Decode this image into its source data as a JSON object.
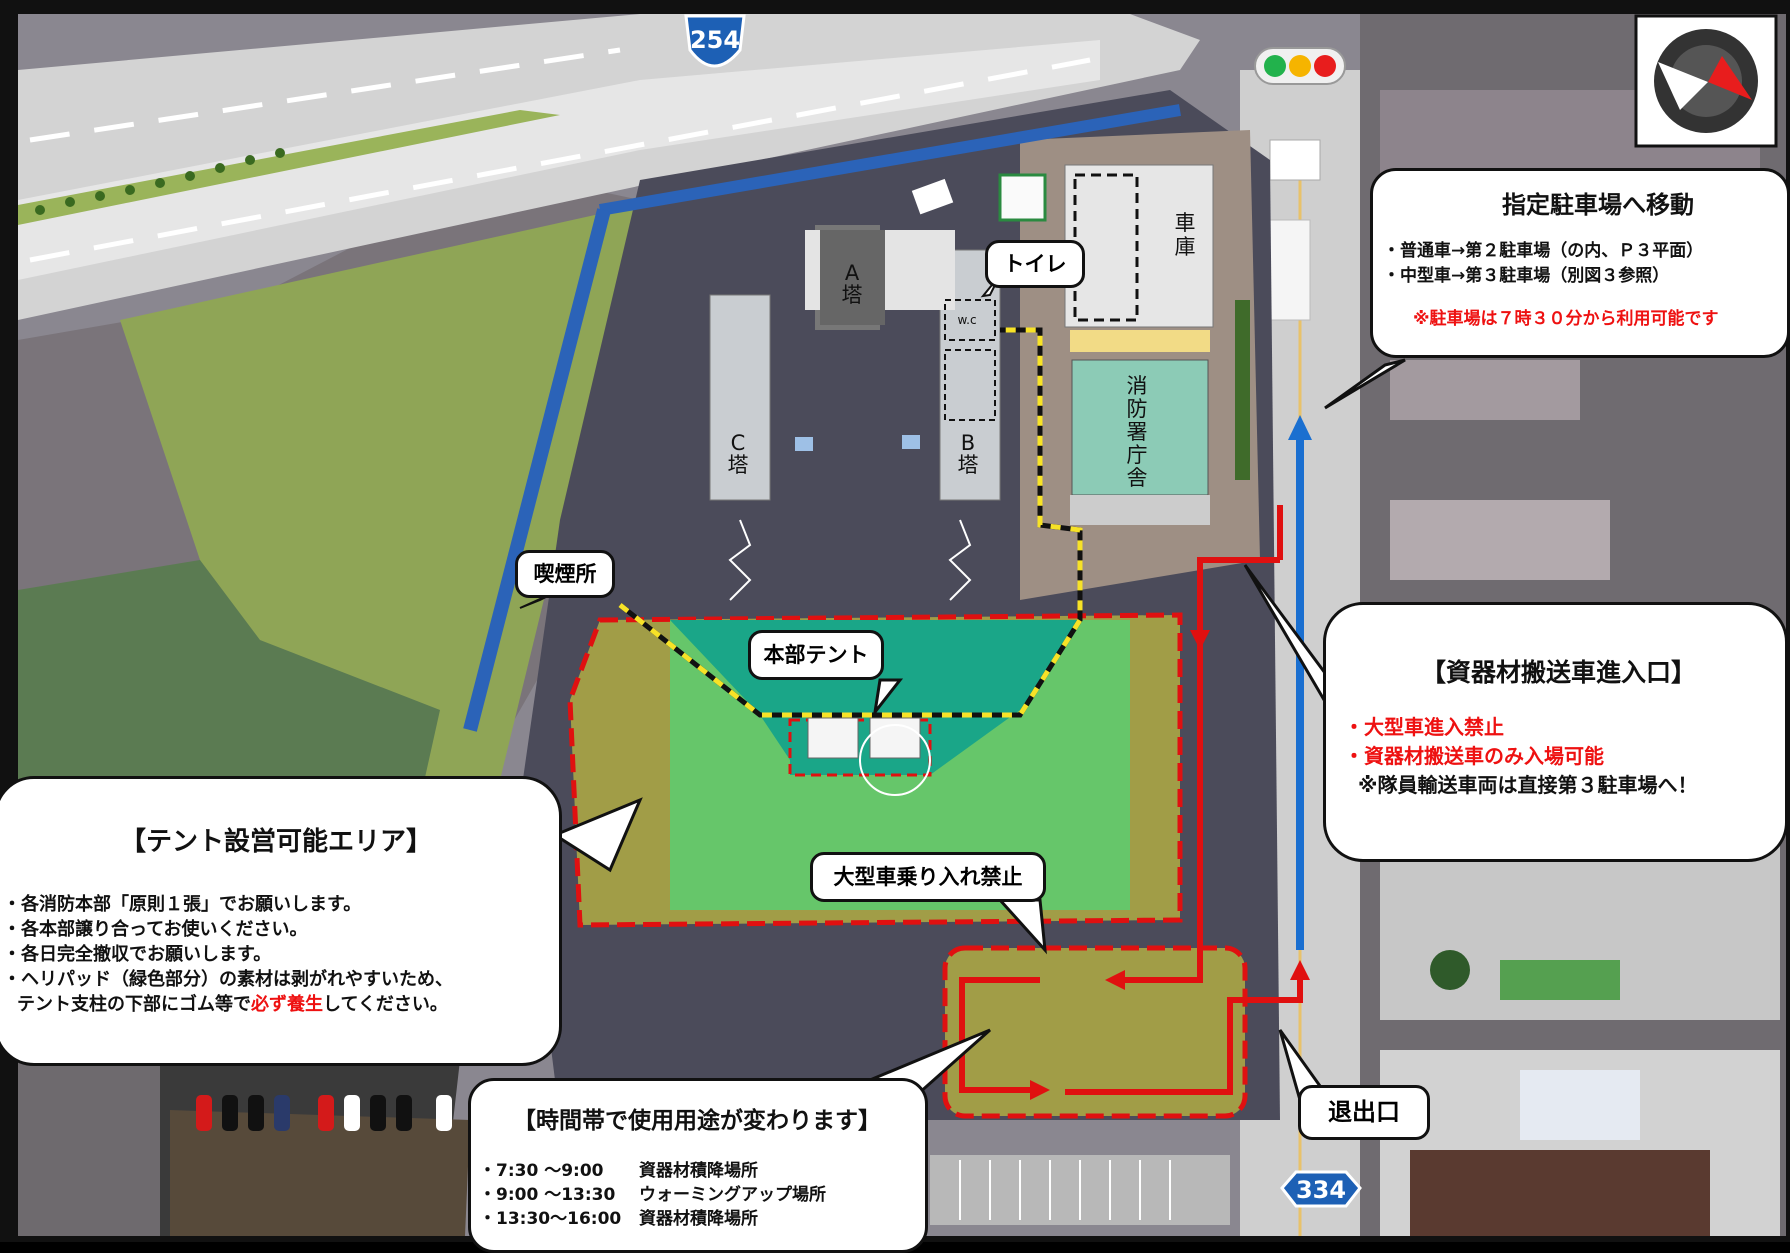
{
  "route_numbers": {
    "top": "254",
    "bottom": "334"
  },
  "buildings": {
    "tower_a": "A\n塔",
    "tower_b": "B\n塔",
    "tower_c": "C\n塔",
    "garage": "車\n庫",
    "fire_office": "消\n防\n署\n庁\n舎",
    "wc": "w.c"
  },
  "labels": {
    "toilet": "トイレ",
    "smoking": "喫煙所",
    "hq_tent": "本部テント",
    "no_large_vehicle": "大型車乗り入れ禁止",
    "exit": "退出口"
  },
  "parking_callout": {
    "title": "指定駐車場へ移動",
    "items": [
      "・普通車→第２駐車場（の内、Ｐ３平面）",
      "・中型車→第３駐車場（別図３参照）"
    ],
    "note": "※駐車場は７時３０分から利用可能です"
  },
  "entrance_callout": {
    "title": "【資器材搬送車進入口】",
    "item1": "・大型車進入禁止",
    "item2": "・資器材搬送車のみ入場可能",
    "item3": "※隊員輸送車両は直接第３駐車場へ！"
  },
  "tent_callout": {
    "title": "【テント設営可能エリア】",
    "items": [
      "・各消防本部「原則１張」でお願いします。",
      "・各本部譲り合ってお使いください。",
      "・各日完全撤収でお願いします。",
      "・ヘリパッド（緑色部分）の素材は剥がれやすいため、"
    ],
    "last_prefix": "テント支柱の下部にゴム等で",
    "last_red": "必ず養生",
    "last_suffix": "してください。"
  },
  "time_callout": {
    "title": "【時間帯で使用用途が変わります】",
    "rows": [
      {
        "time": "・7:30 〜9:00",
        "use": "資器材積降場所"
      },
      {
        "time": "・9:00 〜13:30",
        "use": "ウォーミングアップ場所"
      },
      {
        "time": "・13:30〜16:00",
        "use": "資器材積降場所"
      }
    ]
  },
  "colors": {
    "red_zone": "#e01010",
    "heli_green": "#66c66a",
    "road_gray": "#cfcfcf",
    "blue_arrow": "#1a6fd0"
  }
}
